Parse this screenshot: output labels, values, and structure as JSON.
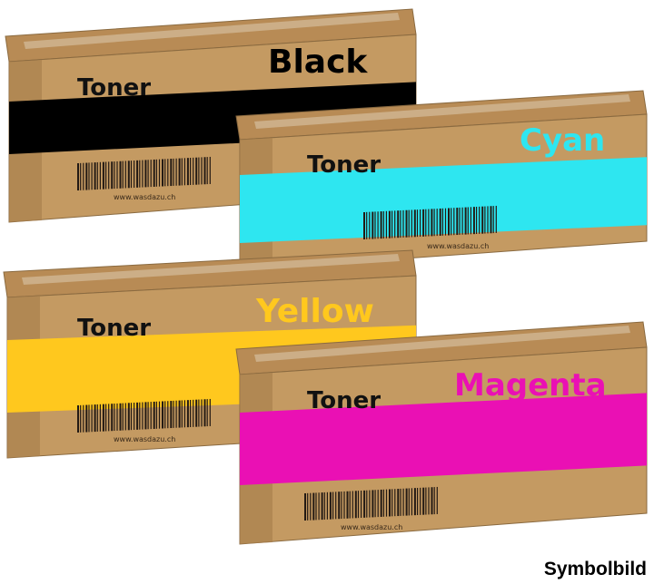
{
  "boxes": [
    {
      "label": "Toner",
      "color_name": "Black",
      "band_color": "#000000",
      "name_color": "#000000",
      "url": "www.wasdazu.ch"
    },
    {
      "label": "Toner",
      "color_name": "Cyan",
      "band_color": "#2ee6f0",
      "name_color": "#2ee6f0",
      "url": "www.wasdazu.ch"
    },
    {
      "label": "Toner",
      "color_name": "Yellow",
      "band_color": "#ffc81e",
      "name_color": "#ffc81e",
      "url": "www.wasdazu.ch"
    },
    {
      "label": "Toner",
      "color_name": "Magenta",
      "band_color": "#ea10b4",
      "name_color": "#ea10b4",
      "url": "www.wasdazu.ch"
    }
  ],
  "caption": "Symbolbild",
  "colors": {
    "cardboard": "#c49a62",
    "cardboard_top": "#b88b55",
    "cardboard_side": "#a9804d"
  }
}
